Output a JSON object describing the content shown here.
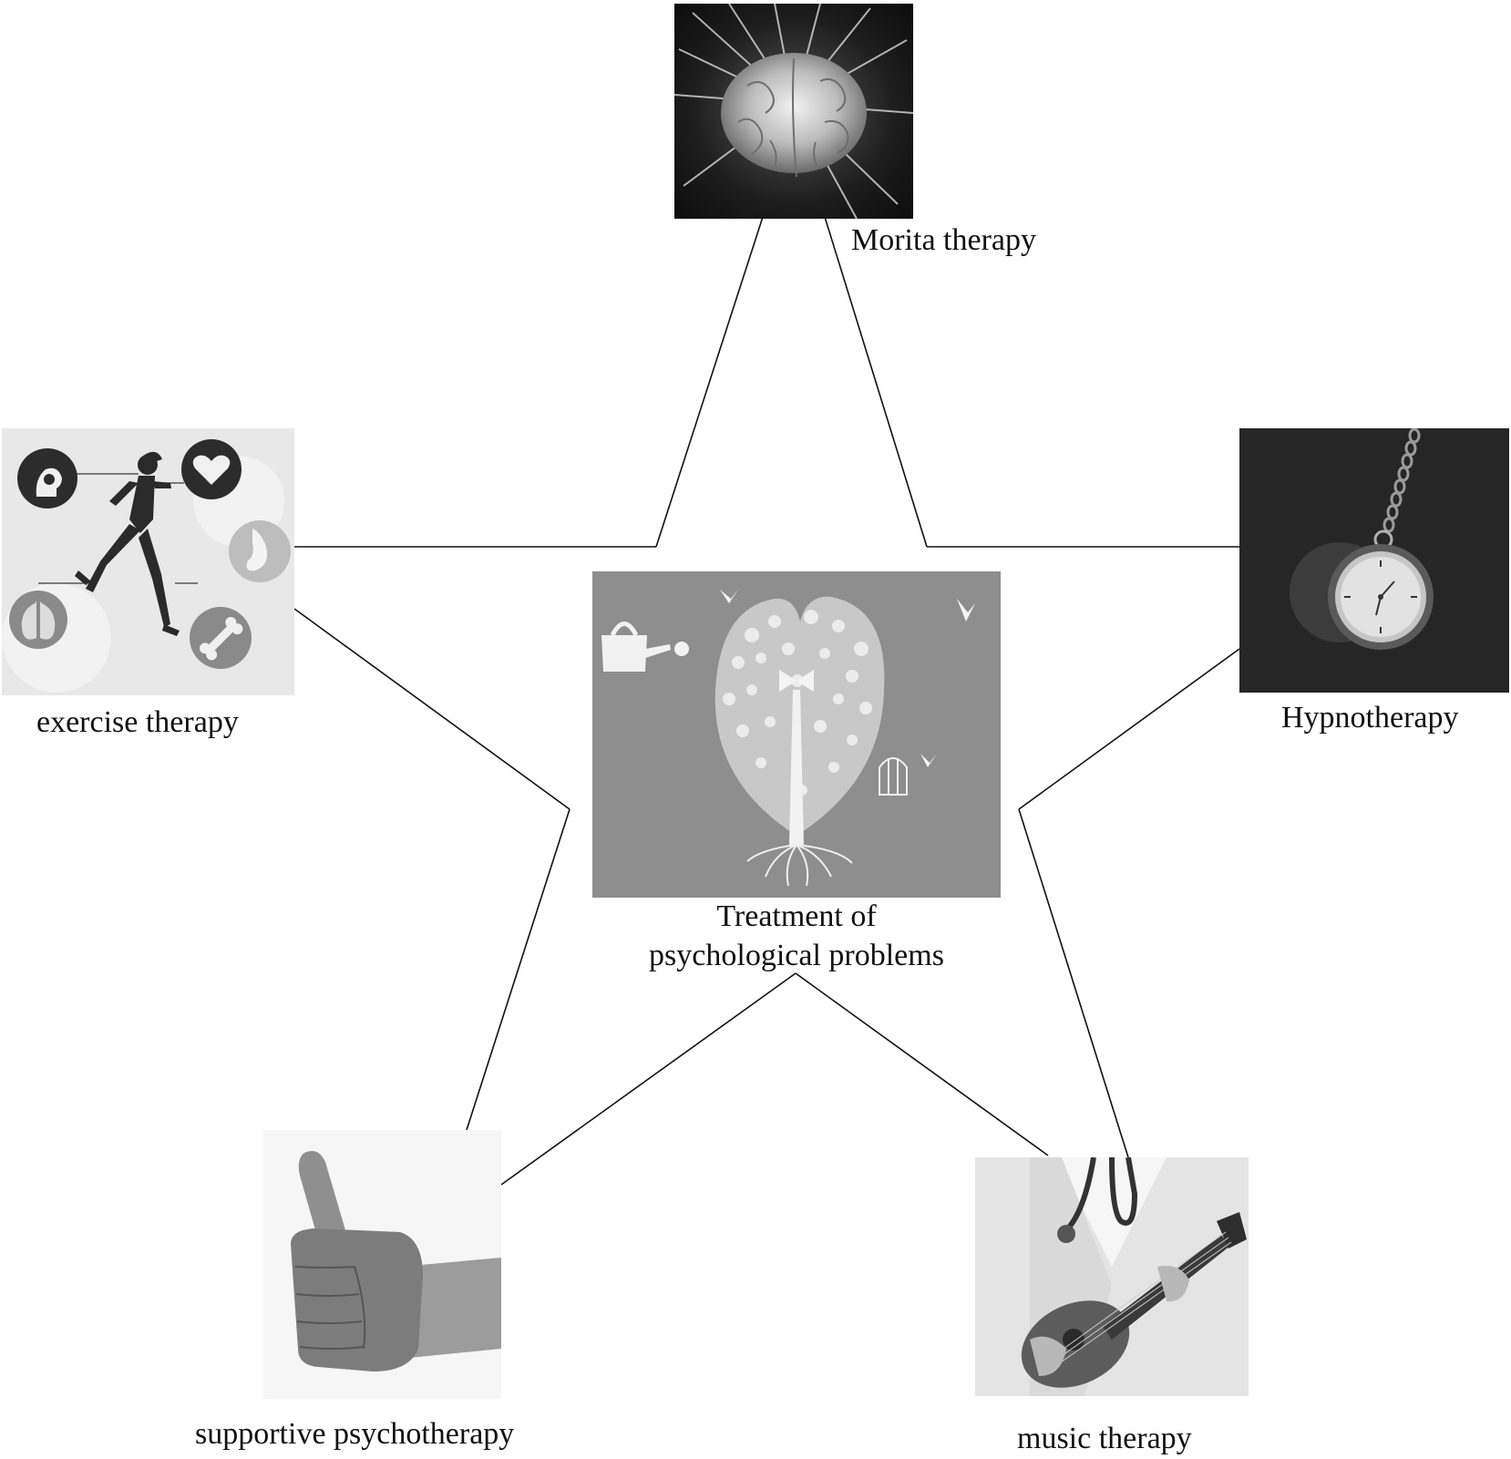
{
  "center": {
    "label_line1": "Treatment of",
    "label_line2": "psychological problems",
    "image": "paper-cut-tree-icon"
  },
  "nodes": {
    "top": {
      "label": "Morita therapy",
      "image": "glowing-brain-icon"
    },
    "left": {
      "label": "exercise therapy",
      "image": "running-woman-health-icon"
    },
    "right": {
      "label": "Hypnotherapy",
      "image": "pocket-watch-pendulum-icon"
    },
    "bottom_left": {
      "label": "supportive psychotherapy",
      "image": "thumbs-up-icon"
    },
    "bottom_right": {
      "label": "music therapy",
      "image": "doctor-ukulele-icon"
    }
  },
  "colors": {
    "line": "#111111",
    "text": "#111111",
    "background": "#ffffff"
  }
}
